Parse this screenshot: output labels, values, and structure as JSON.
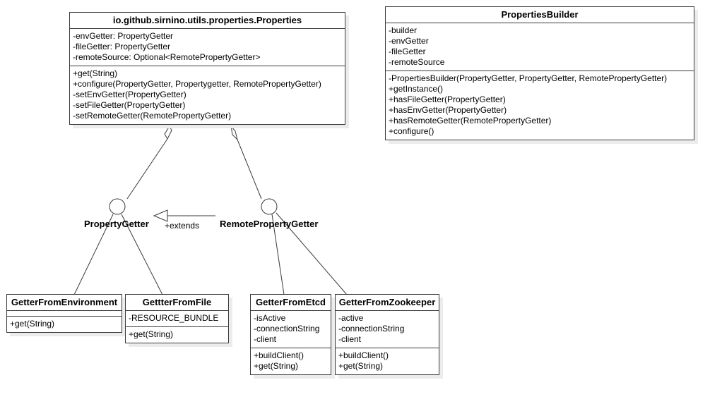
{
  "classes": {
    "properties": {
      "name": "io.github.sirnino.utils.properties.Properties",
      "attributes": [
        "-envGetter: PropertyGetter",
        "-fileGetter: PropertyGetter",
        "-remoteSource: Optional<RemotePropertyGetter>"
      ],
      "methods": [
        "+get(String)",
        "+configure(PropertyGetter, Propertygetter, RemotePropertyGetter)",
        "-setEnvGetter(PropertyGetter)",
        "-setFileGetter(PropertyGetter)",
        "-setRemoteGetter(RemotePropertyGetter)"
      ]
    },
    "builder": {
      "name": "PropertiesBuilder",
      "attributes": [
        "-builder",
        "-envGetter",
        "-fileGetter",
        "-remoteSource"
      ],
      "methods": [
        "-PropertiesBuilder(PropertyGetter, PropertyGetter, RemotePropertyGetter)",
        "+getInstance()",
        "+hasFileGetter(PropertyGetter)",
        "+hasEnvGetter(PropertyGetter)",
        "+hasRemoteGetter(RemotePropertyGetter)",
        "+configure()"
      ]
    },
    "env": {
      "name": "GetterFromEnvironment",
      "attributes": [],
      "methods": [
        "+get(String)"
      ]
    },
    "file": {
      "name": "GettterFromFile",
      "attributes": [
        "-RESOURCE_BUNDLE"
      ],
      "methods": [
        "+get(String)"
      ]
    },
    "etcd": {
      "name": "GetterFromEtcd",
      "attributes": [
        "-isActive",
        "-connectionString",
        "-client"
      ],
      "methods": [
        "+buildClient()",
        "+get(String)"
      ]
    },
    "zookeeper": {
      "name": "GetterFromZookeeper",
      "attributes": [
        "-active",
        "-connectionString",
        "-client"
      ],
      "methods": [
        "+buildClient()",
        "+get(String)"
      ]
    }
  },
  "interfaces": {
    "property_getter": {
      "name": "PropertyGetter"
    },
    "remote_property_getter": {
      "name": "RemotePropertyGetter"
    }
  },
  "relations": {
    "extends_label": "+extends"
  },
  "colors": {
    "line": "#3a3a3a",
    "shadow": "#ececec"
  }
}
